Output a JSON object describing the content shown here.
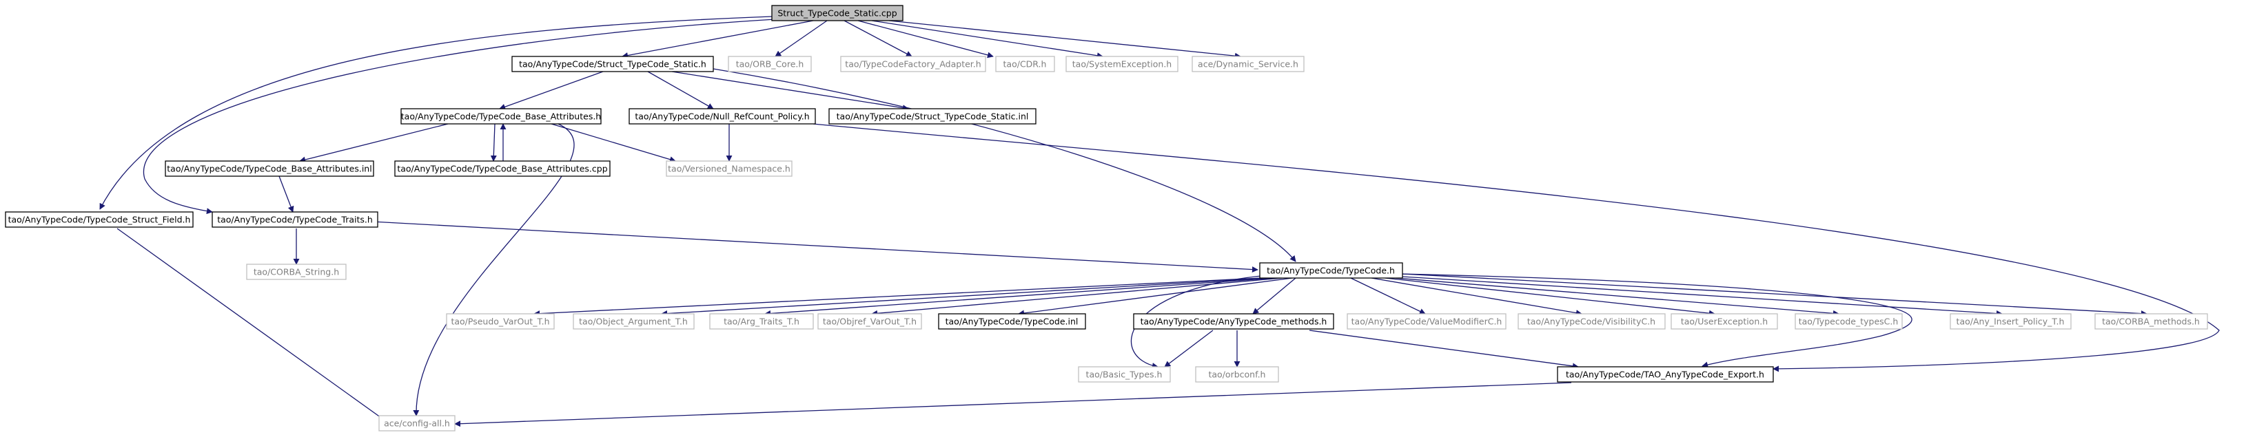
{
  "colors": {
    "edge": "#191970",
    "root_fill": "#bfbfbf",
    "documented_border": "#000000",
    "undocumented_border": "#bfbfbf",
    "undocumented_text": "#7f7f7f"
  },
  "nodes": {
    "struct_typecode_static_cpp": "Struct_TypeCode_Static.cpp",
    "struct_typecode_static_h": "tao/AnyTypeCode/Struct_TypeCode_Static.h",
    "orb_core_h": "tao/ORB_Core.h",
    "typecodefactory_adapter_h": "tao/TypeCodeFactory_Adapter.h",
    "cdr_h": "tao/CDR.h",
    "systemexception_h": "tao/SystemException.h",
    "dynamic_service_h": "ace/Dynamic_Service.h",
    "typecode_base_attributes_h": "tao/AnyTypeCode/TypeCode_Base_Attributes.h",
    "null_refcount_policy_h": "tao/AnyTypeCode/Null_RefCount_Policy.h",
    "struct_typecode_static_inl": "tao/AnyTypeCode/Struct_TypeCode_Static.inl",
    "typecode_base_attributes_inl": "tao/AnyTypeCode/TypeCode_Base_Attributes.inl",
    "typecode_base_attributes_cpp": "tao/AnyTypeCode/TypeCode_Base_Attributes.cpp",
    "versioned_namespace_h": "tao/Versioned_Namespace.h",
    "typecode_struct_field_h": "tao/AnyTypeCode/TypeCode_Struct_Field.h",
    "typecode_traits_h": "tao/AnyTypeCode/TypeCode_Traits.h",
    "corba_string_h": "tao/CORBA_String.h",
    "typecode_h": "tao/AnyTypeCode/TypeCode.h",
    "pseudo_varout_t_h": "tao/Pseudo_VarOut_T.h",
    "object_argument_t_h": "tao/Object_Argument_T.h",
    "arg_traits_t_h": "tao/Arg_Traits_T.h",
    "objref_varout_t_h": "tao/Objref_VarOut_T.h",
    "typecode_inl": "tao/AnyTypeCode/TypeCode.inl",
    "anytypecode_methods_h": "tao/AnyTypeCode/AnyTypeCode_methods.h",
    "valuemodifierc_h": "tao/AnyTypeCode/ValueModifierC.h",
    "visibilityc_h": "tao/AnyTypeCode/VisibilityC.h",
    "userexception_h": "tao/UserException.h",
    "typecode_typesc_h": "tao/Typecode_typesC.h",
    "any_insert_policy_t_h": "tao/Any_Insert_Policy_T.h",
    "corba_methods_h": "tao/CORBA_methods.h",
    "basic_types_h": "tao/Basic_Types.h",
    "orbconf_h": "tao/orbconf.h",
    "tao_anytypecode_export_h": "tao/AnyTypeCode/TAO_AnyTypeCode_Export.h",
    "config_all_h": "ace/config-all.h"
  }
}
